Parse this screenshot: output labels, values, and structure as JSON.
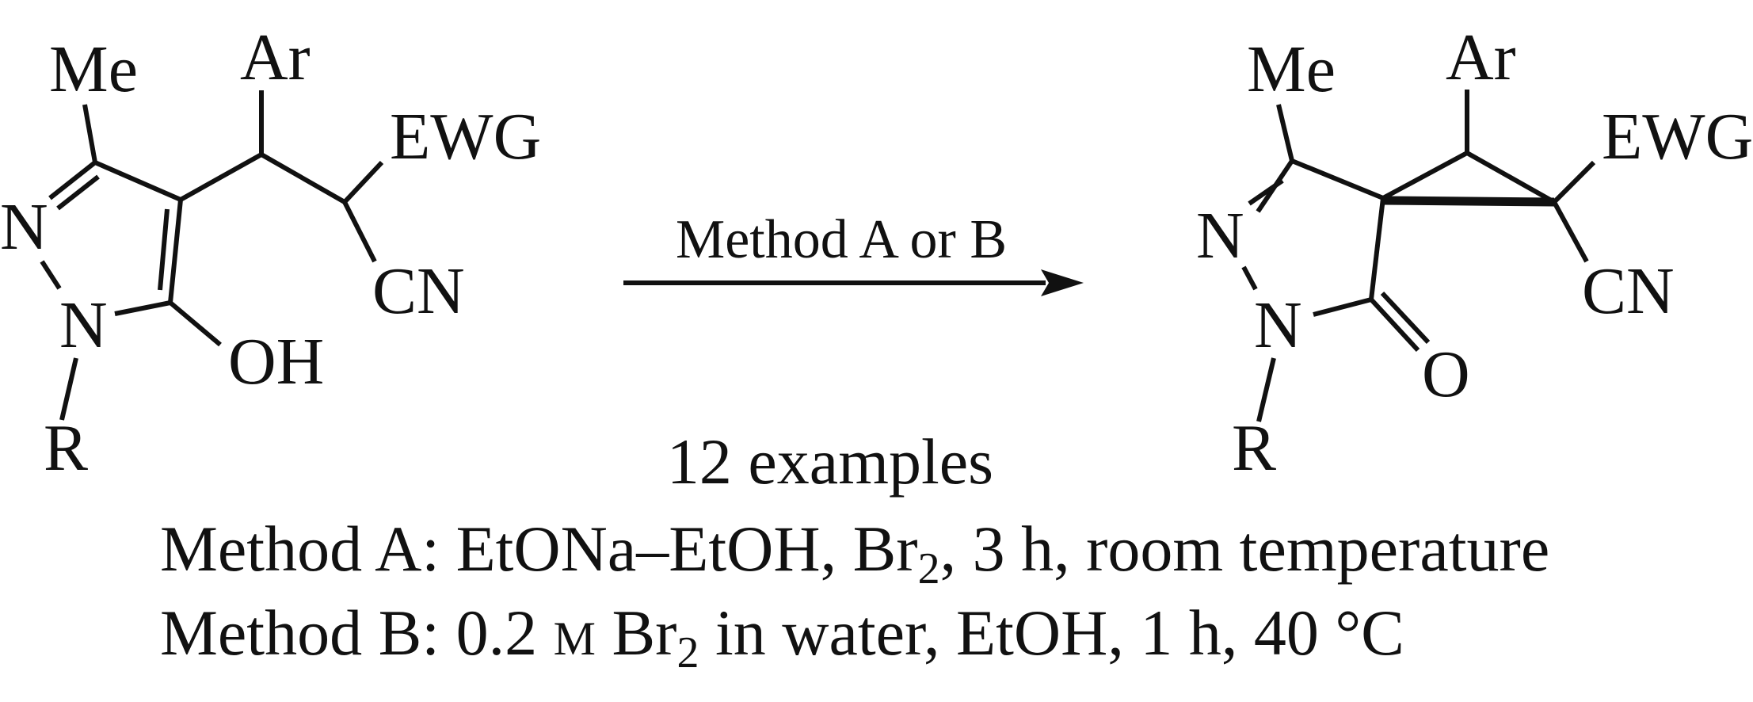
{
  "reactant": {
    "me": "Me",
    "ar": "Ar",
    "ewg": "EWG",
    "cn": "CN",
    "n2": "N",
    "n1": "N",
    "oh": "OH",
    "r": "R"
  },
  "product": {
    "me": "Me",
    "ar": "Ar",
    "ewg": "EWG",
    "cn": "CN",
    "n2": "N",
    "n1": "N",
    "o": "O",
    "r": "R"
  },
  "arrow": {
    "above": "Method A or B",
    "below": "12 examples"
  },
  "conditions": {
    "method_a": {
      "prefix": "Method A: EtONa–EtOH, Br",
      "sub": "2",
      "suffix": ", 3 h, room temperature"
    },
    "method_b": {
      "prefix": "Method B: 0.2 ",
      "molar": "M",
      "mid": " Br",
      "sub": "2",
      "suffix": " in water, EtOH, 1 h, 40 °C"
    }
  }
}
